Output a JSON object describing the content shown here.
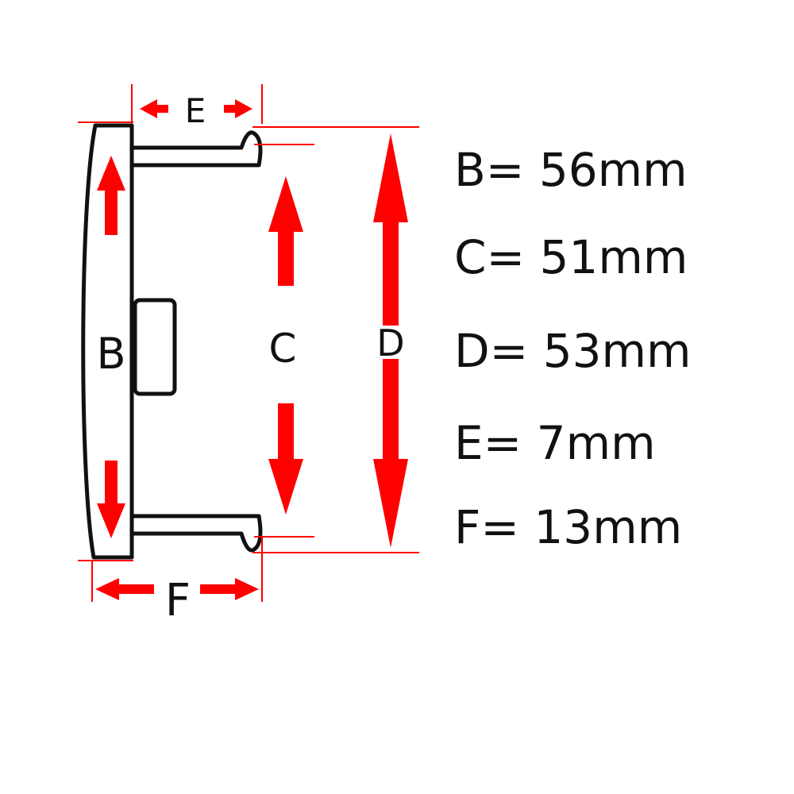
{
  "labels": {
    "b": "B",
    "c": "C",
    "d": "D",
    "e": "E",
    "f": "F"
  },
  "specs": [
    {
      "text": "B= 56mm"
    },
    {
      "text": "C= 51mm"
    },
    {
      "text": "D= 53mm"
    },
    {
      "text": "E= 7mm"
    },
    {
      "text": "F= 13mm"
    }
  ],
  "colors": {
    "arrow": "#ff0000",
    "outline": "#111111",
    "background": "#ffffff"
  }
}
